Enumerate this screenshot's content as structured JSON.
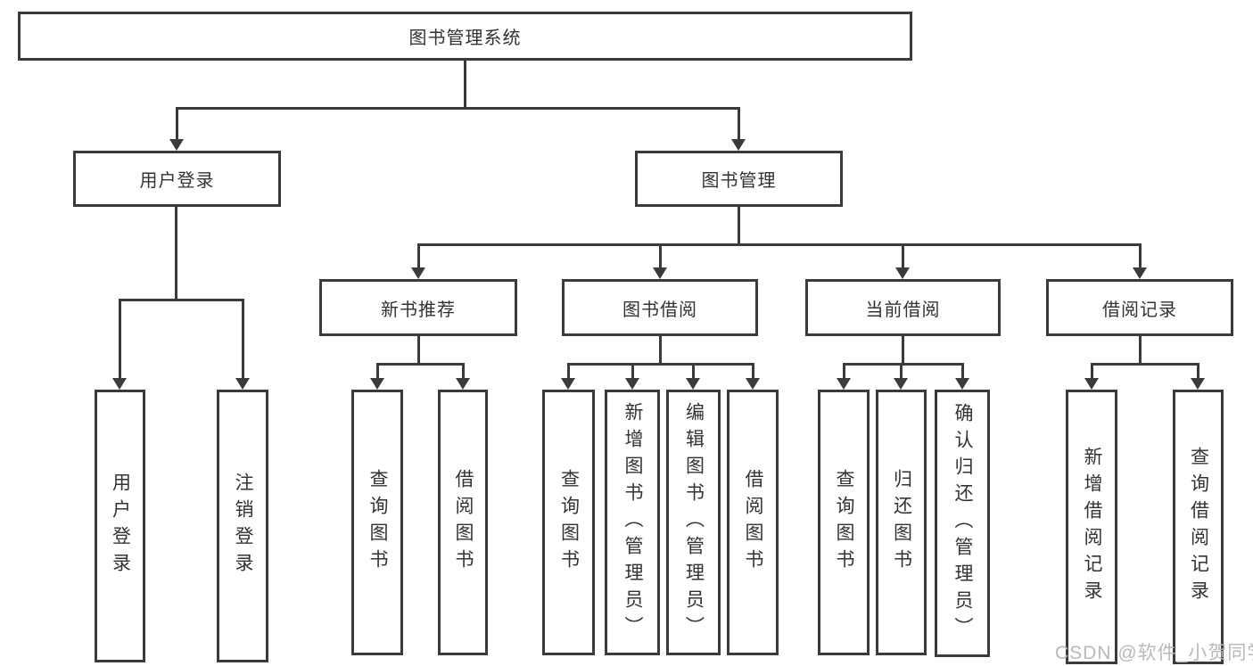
{
  "diagram": {
    "root": {
      "label": "图书管理系统"
    },
    "user_login": {
      "label": "用户登录",
      "children": [
        {
          "label": "用户登录"
        },
        {
          "label": "注销登录"
        }
      ]
    },
    "book_mgmt": {
      "label": "图书管理",
      "groups": [
        {
          "label": "新书推荐",
          "children": [
            {
              "label": "查询图书"
            },
            {
              "label": "借阅图书"
            }
          ]
        },
        {
          "label": "图书借阅",
          "children": [
            {
              "label": "查询图书"
            },
            {
              "label": "新增图书（管理员）"
            },
            {
              "label": "编辑图书（管理员）"
            },
            {
              "label": "借阅图书"
            }
          ]
        },
        {
          "label": "当前借阅",
          "children": [
            {
              "label": "查询图书"
            },
            {
              "label": "归还图书"
            },
            {
              "label": "确认归还（管理员）"
            }
          ]
        },
        {
          "label": "借阅记录",
          "children": [
            {
              "label": "新增借阅记录"
            },
            {
              "label": "查询借阅记录"
            }
          ]
        }
      ]
    },
    "watermark": "CSDN @软件_小贺同学",
    "colors": {
      "line": "#3b3b3b",
      "text": "#333333",
      "watermark": "#b9b9b9"
    }
  }
}
